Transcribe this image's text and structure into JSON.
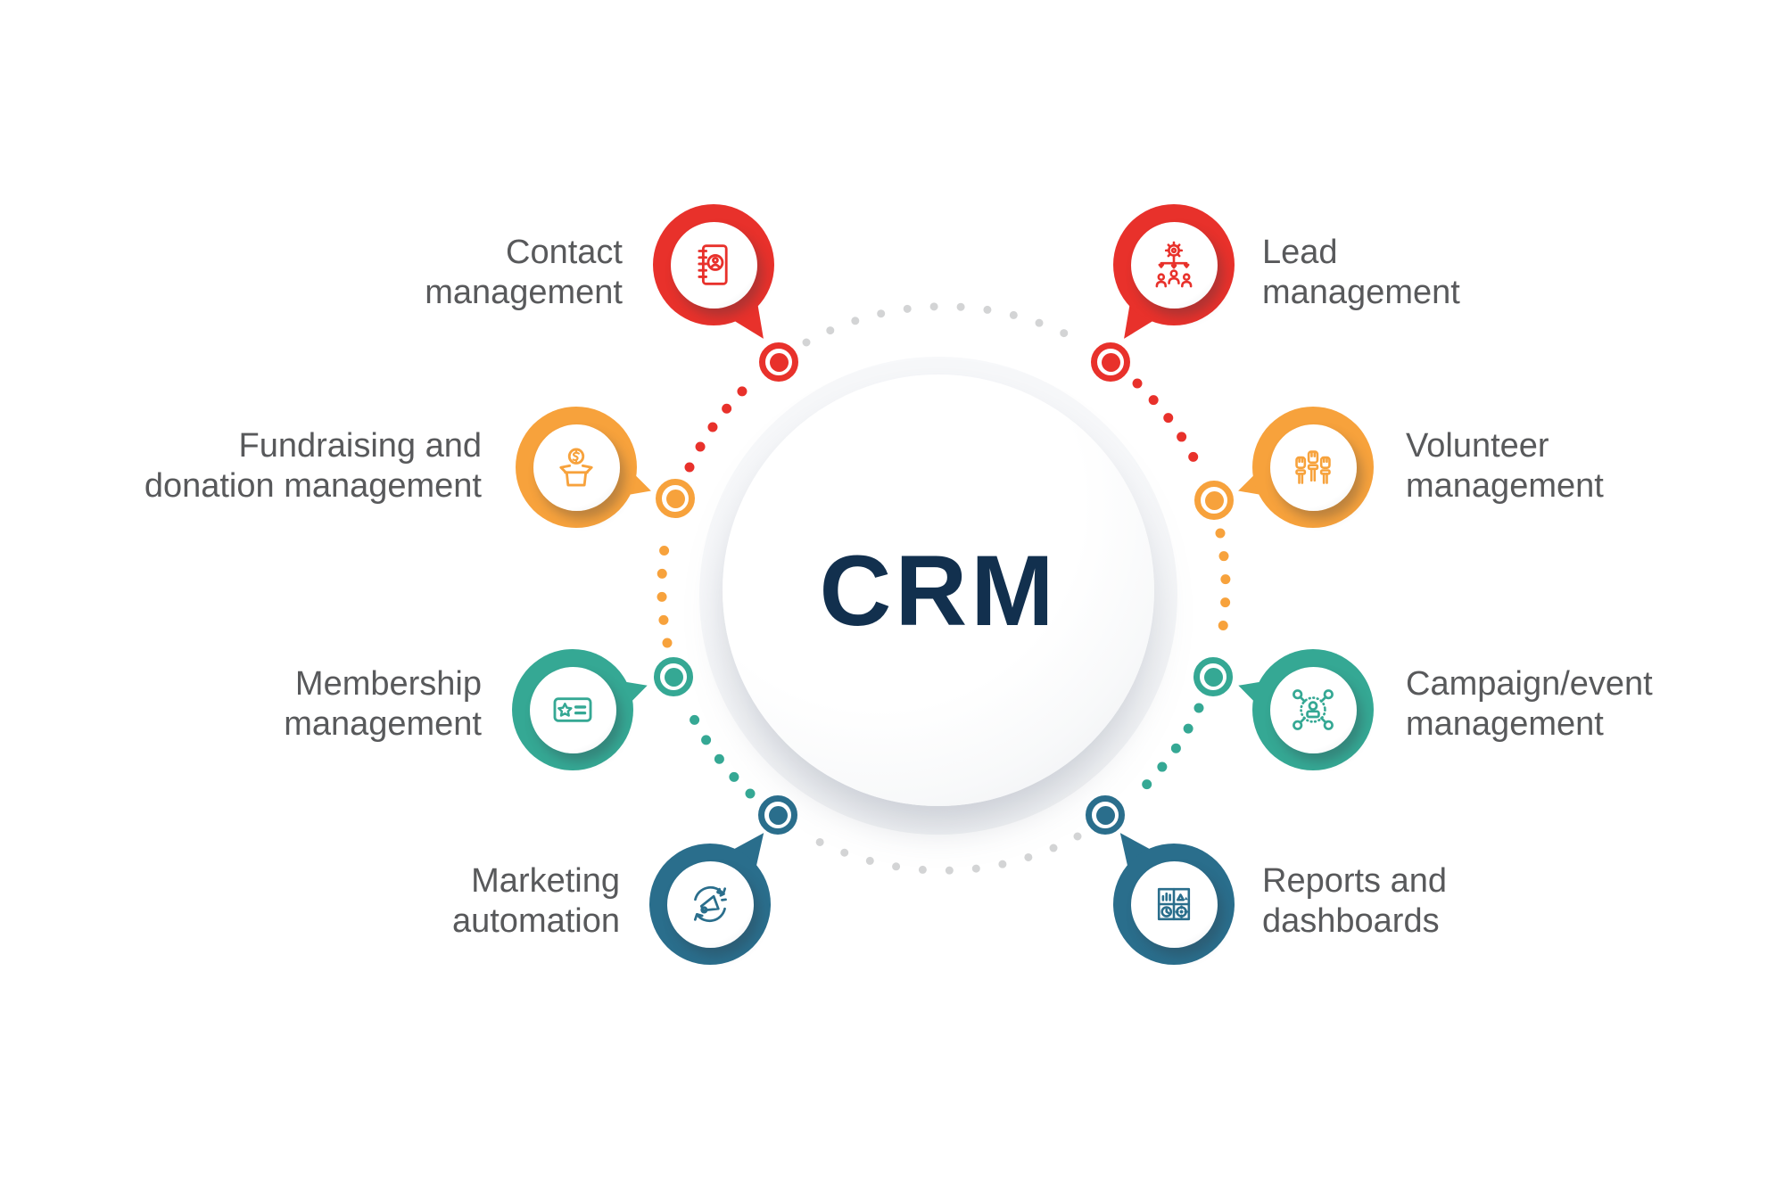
{
  "center": {
    "label": "CRM"
  },
  "items": [
    {
      "id": "contact-management",
      "lines": [
        "Contact",
        "management"
      ],
      "color": "#E8312B",
      "icon": "contact-book-icon",
      "side": "left"
    },
    {
      "id": "lead-management",
      "lines": [
        "Lead",
        "management"
      ],
      "color": "#E8312B",
      "icon": "lead-distribution-icon",
      "side": "right"
    },
    {
      "id": "fundraising-donation-management",
      "lines": [
        "Fundraising and",
        "donation management"
      ],
      "color": "#F7A23C",
      "icon": "donation-box-icon",
      "side": "left"
    },
    {
      "id": "volunteer-management",
      "lines": [
        "Volunteer",
        "management"
      ],
      "color": "#F7A23C",
      "icon": "volunteer-hands-icon",
      "side": "right"
    },
    {
      "id": "membership-management",
      "lines": [
        "Membership",
        "management"
      ],
      "color": "#35A894",
      "icon": "membership-card-icon",
      "side": "left"
    },
    {
      "id": "campaign-event-management",
      "lines": [
        "Campaign/event",
        "management"
      ],
      "color": "#35A894",
      "icon": "event-network-icon",
      "side": "right"
    },
    {
      "id": "marketing-automation",
      "lines": [
        "Marketing",
        "automation"
      ],
      "color": "#2A6E8C",
      "icon": "marketing-megaphone-icon",
      "side": "left"
    },
    {
      "id": "reports-dashboards",
      "lines": [
        "Reports and",
        "dashboards"
      ],
      "color": "#2A6E8C",
      "icon": "reports-dashboard-icon",
      "side": "right"
    }
  ],
  "colors": {
    "red": "#E8312B",
    "orange": "#F7A23C",
    "teal": "#35A894",
    "steel_blue": "#2A6E8C",
    "navy": "#12304E",
    "label_text": "#58595B",
    "dot_gray": "#D3D4D5"
  }
}
